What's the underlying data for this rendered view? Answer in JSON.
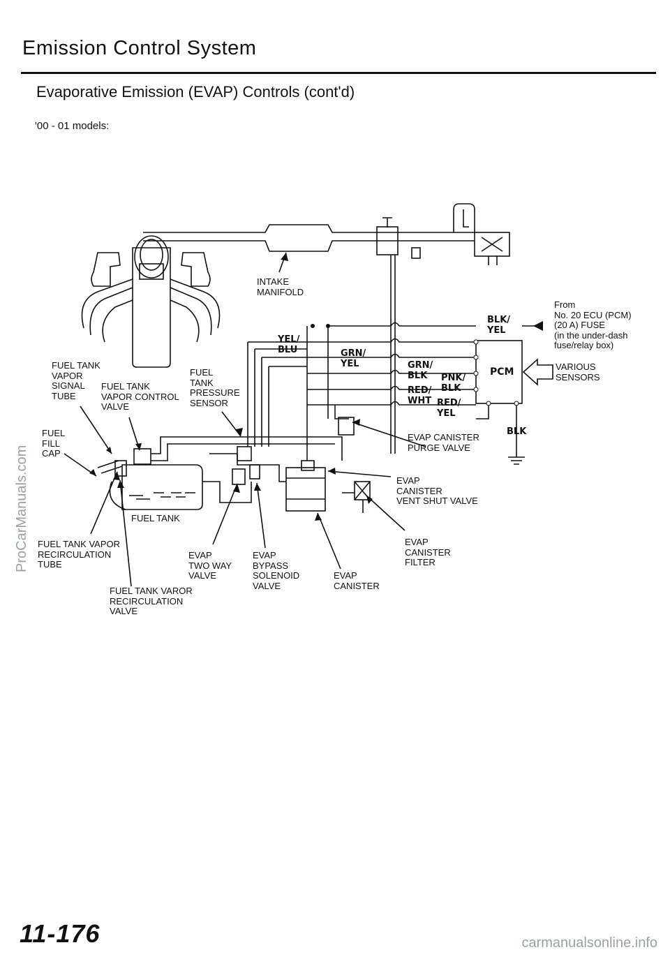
{
  "header": {
    "title": "Emission Control System",
    "subtitle": "Evaporative Emission (EVAP) Controls (cont'd)",
    "models": "'00 - 01 models:"
  },
  "labels": {
    "intake_manifold": "INTAKE\nMANIFOLD",
    "from_fuse": "From\nNo. 20 ECU (PCM)\n(20 A) FUSE\n(in the under-dash\nfuse/relay box)",
    "various_sensors": "VARIOUS\nSENSORS",
    "pcm": "PCM",
    "fuel_tank_vapor_signal_tube": "FUEL TANK\nVAPOR\nSIGNAL\nTUBE",
    "fuel_tank_vapor_control_valve": "FUEL TANK\nVAPOR CONTROL\nVALVE",
    "fuel_tank_pressure_sensor": "FUEL\nTANK\nPRESSURE\nSENSOR",
    "fuel_fill_cap": "FUEL\nFILL\nCAP",
    "evap_canister_purge_valve": "EVAP CANISTER\nPURGE VALVE",
    "evap_canister_vent_shut_valve": "EVAP\nCANISTER\nVENT SHUT VALVE",
    "fuel_tank": "FUEL TANK",
    "fuel_tank_vapor_recirculation_tube": "FUEL TANK VAPOR\nRECIRCULATION\nTUBE",
    "evap_two_way_valve": "EVAP\nTWO WAY\nVALVE",
    "evap_bypass_solenoid_valve": "EVAP\nBYPASS\nSOLENOID\nVALVE",
    "evap_canister_filter": "EVAP\nCANISTER\nFILTER",
    "evap_canister": "EVAP\nCANISTER",
    "fuel_tank_vapor_recirculation_valve": "FUEL TANK VAROR\nRECIRCULATION\nVALVE"
  },
  "wires": {
    "blk_yel": "BLK/\nYEL",
    "yel_blu": "YEL/\nBLU",
    "grn_yel": "GRN/\nYEL",
    "grn_blk": "GRN/\nBLK",
    "pnk_blk": "PNK/\nBLK",
    "red_wht": "RED/\nWHT",
    "red_yel": "RED/\nYEL",
    "blk": "BLK"
  },
  "footer": {
    "page_number": "11-176",
    "watermark_left": "ProCarManuals.com",
    "watermark_bottom": "carmanualsonline.info"
  }
}
